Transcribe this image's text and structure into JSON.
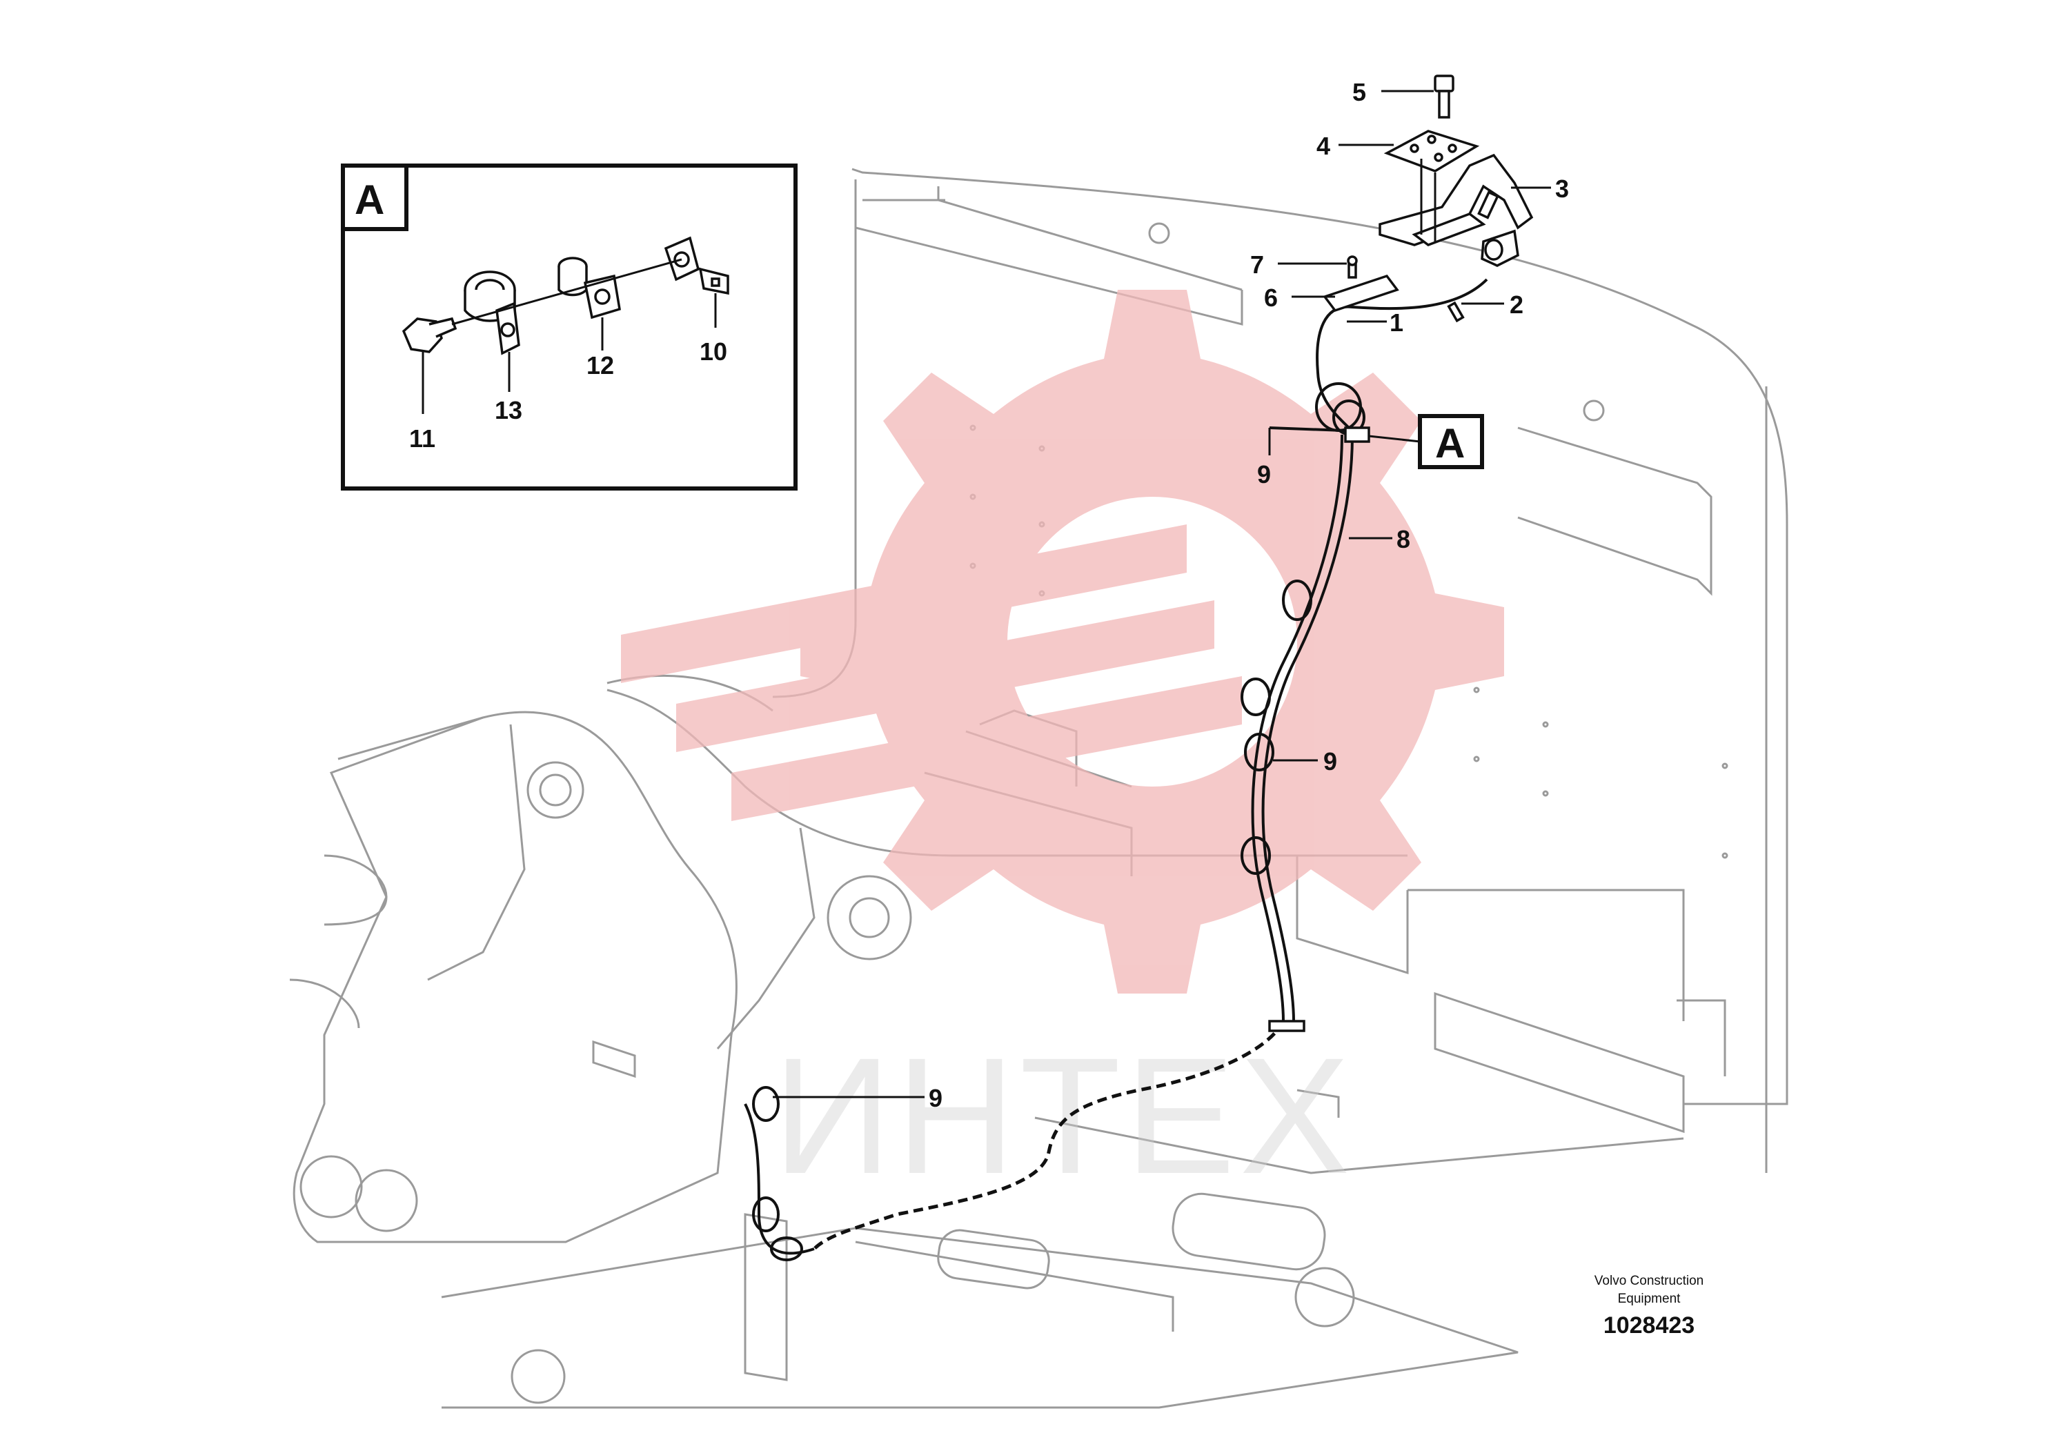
{
  "diagram": {
    "detail_view": {
      "label": "A"
    },
    "detail_pointer": {
      "label": "A"
    },
    "callouts": {
      "c1": "1",
      "c2": "2",
      "c3": "3",
      "c4": "4",
      "c5": "5",
      "c6": "6",
      "c7": "7",
      "c8": "8",
      "c9a": "9",
      "c9b": "9",
      "c9c": "9",
      "c10": "10",
      "c11": "11",
      "c12": "12",
      "c13": "13"
    },
    "watermark": {
      "text": "ИНТЕХ",
      "color": "#f2b8b8"
    },
    "footer": {
      "brand_line1": "Volvo Construction",
      "brand_line2": "Equipment",
      "doc_number": "1028423"
    }
  }
}
